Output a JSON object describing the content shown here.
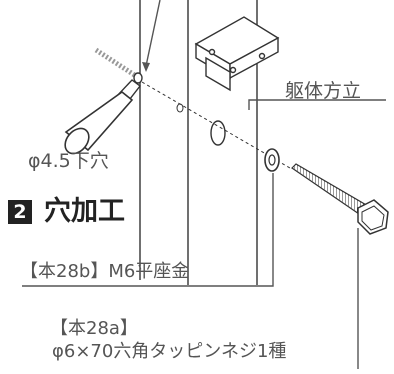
{
  "labels": {
    "pilot_hole": "φ4.5下穴",
    "step_number": "2",
    "step_title": "穴加工",
    "column": "躯体方立",
    "washer": "【本28b】M6平座金",
    "screw_code": "【本28a】",
    "screw_desc": "φ6×70六角タッピンネジ1種"
  },
  "colors": {
    "line": "#333333",
    "leader": "#555555",
    "drill_body": "#ffffff",
    "step_badge": "#222222"
  }
}
